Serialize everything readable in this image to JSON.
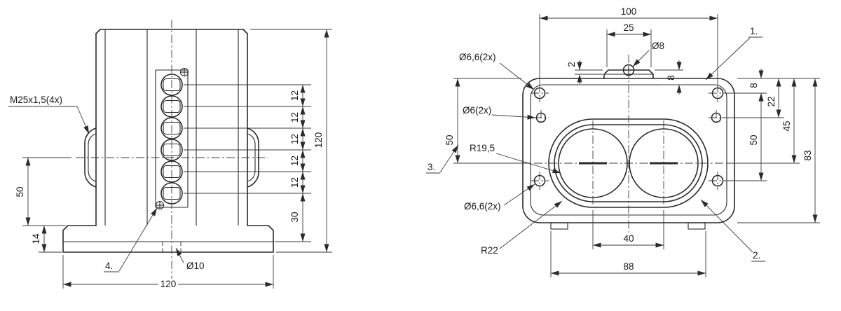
{
  "colors": {
    "line": "#2b2b2b",
    "text": "#1a1a1a",
    "background": "#ffffff"
  },
  "left_view": {
    "thread_callout": "M25x1,5(4x)",
    "item_4": "4.",
    "base_hole_dia": "Ø10",
    "pitch": [
      "12",
      "12",
      "12",
      "12",
      "12"
    ],
    "bottom_pitch": "30",
    "overall_height": "120",
    "side_height": "50",
    "foot_height": "14",
    "overall_width": "120"
  },
  "right_view": {
    "item_1": "1.",
    "item_2": "2.",
    "item_3": "3.",
    "top_hole_dia": "Ø6,6(2x)",
    "side_hole_dia": "Ø6(2x)",
    "membrane_radius": "R19,5",
    "bottom_hole_dia": "Ø6,6(2x)",
    "end_radius": "R22",
    "screw_dia": "Ø8",
    "overall_width": "100",
    "bracket_width": "25",
    "bracket_step": "2",
    "bracket_height": "8",
    "hole_top_offset": "8",
    "side_hole_offset": "22",
    "center_offset": "45",
    "hole_pitch": "50",
    "overall_height": "83",
    "left_height": "50",
    "membrane_pitch": "40",
    "base_width": "88"
  }
}
